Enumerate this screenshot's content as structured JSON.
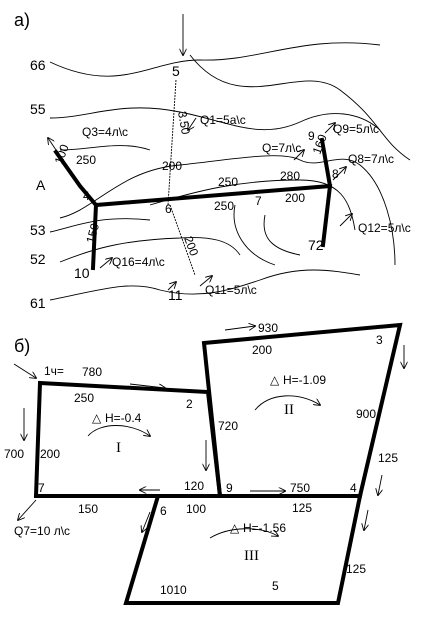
{
  "panel_a": {
    "label": "а)",
    "contour_labels": [
      "66",
      "55",
      "53",
      "52",
      "61"
    ],
    "node_labels": [
      "5",
      "4",
      "6",
      "7",
      "8",
      "9",
      "10",
      "11",
      "72",
      "A"
    ],
    "flows": [
      "Q3=4л\\с",
      "Q1=5а\\с",
      "Q=7л\\с",
      "Q9=5л\\с",
      "Q8=7л\\с",
      "Q12=5л\\с",
      "Q16=4л\\с",
      "Q11=5л\\с"
    ],
    "diameters": [
      "100",
      "250",
      "150",
      "3.50",
      "200",
      "250",
      "250",
      "280",
      "200",
      "200",
      "160"
    ]
  },
  "panel_b": {
    "label": "б)",
    "node_labels": [
      "1ч=",
      "2",
      "3",
      "4",
      "5",
      "6",
      "7",
      "9"
    ],
    "values": [
      "780",
      "250",
      "930",
      "200",
      "720",
      "900",
      "700",
      "200",
      "120",
      "750",
      "150",
      "100",
      "125",
      "1010",
      "125"
    ],
    "dH": [
      "H=-0.4",
      "H=-1.09",
      "H=-1.56"
    ],
    "rings": [
      "I",
      "II",
      "III"
    ],
    "outflow": "Q7=10 л\\с"
  }
}
